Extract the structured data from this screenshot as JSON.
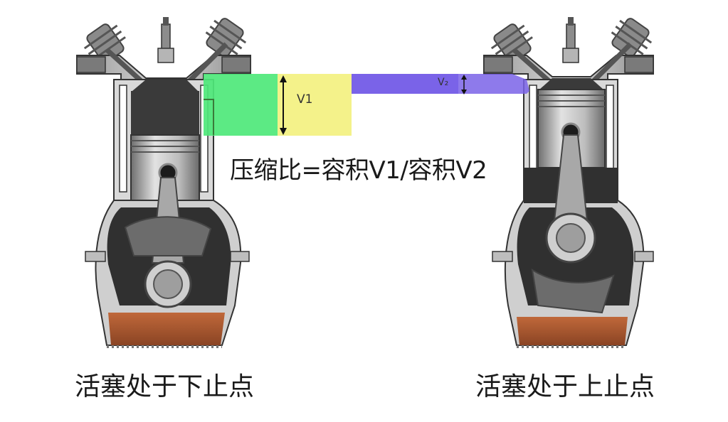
{
  "formula": "压缩比=容积V1/容积V2",
  "volume_labels": {
    "v1": "V1",
    "v2": "V₂"
  },
  "captions": {
    "left": "活塞处于下止点",
    "right": "活塞处于上止点"
  },
  "colors": {
    "green_volume": "#4ee87a",
    "yellow_volume": "#f4f28a",
    "purple_volume": "#7a63e8",
    "oil": "#a85a32",
    "engine_dark": "#3a3a3a",
    "engine_mid": "#8a8a8a",
    "engine_light": "#cfcfcf"
  }
}
